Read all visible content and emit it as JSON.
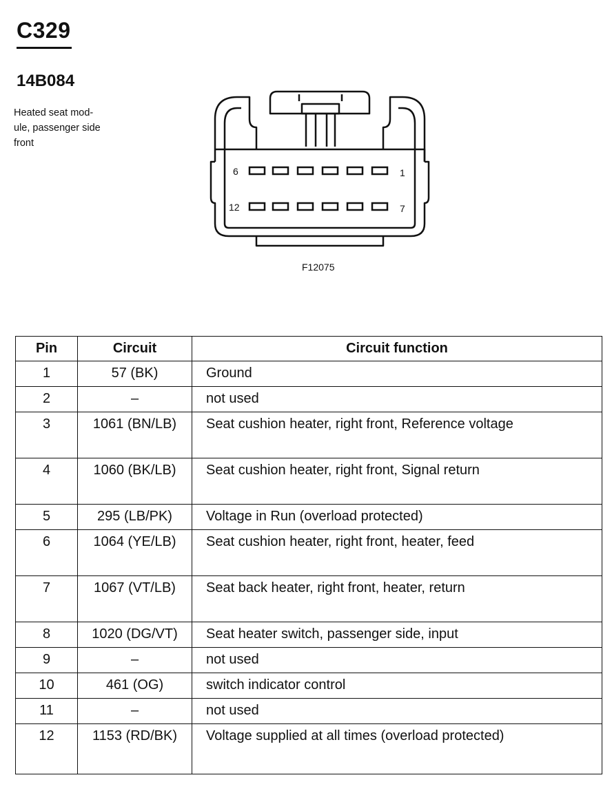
{
  "header": {
    "connector_id": "C329",
    "part_number": "14B084",
    "description": "Heated seat mod-\nule, passenger side\nfront"
  },
  "diagram": {
    "pin_labels": {
      "top_left": "6",
      "top_right": "1",
      "bottom_left": "12",
      "bottom_right": "7"
    },
    "figure_id": "F12075"
  },
  "table": {
    "headers": [
      "Pin",
      "Circuit",
      "Circuit function"
    ],
    "rows": [
      {
        "pin": "1",
        "circuit": "57 (BK)",
        "function": "Ground"
      },
      {
        "pin": "2",
        "circuit": "–",
        "function": "not used"
      },
      {
        "pin": "3",
        "circuit": "1061 (BN/LB)",
        "function": "Seat cushion heater, right front, Reference voltage"
      },
      {
        "pin": "4",
        "circuit": "1060 (BK/LB)",
        "function": "Seat cushion heater, right front, Signal return"
      },
      {
        "pin": "5",
        "circuit": "295 (LB/PK)",
        "function": "Voltage in Run (overload protected)"
      },
      {
        "pin": "6",
        "circuit": "1064 (YE/LB)",
        "function": "Seat cushion heater, right front, heater, feed"
      },
      {
        "pin": "7",
        "circuit": "1067 (VT/LB)",
        "function": "Seat back heater, right front, heater, return"
      },
      {
        "pin": "8",
        "circuit": "1020 (DG/VT)",
        "function": "Seat heater switch, passenger side, input"
      },
      {
        "pin": "9",
        "circuit": "–",
        "function": "not used"
      },
      {
        "pin": "10",
        "circuit": "461 (OG)",
        "function": "switch indicator control"
      },
      {
        "pin": "11",
        "circuit": "–",
        "function": "not used"
      },
      {
        "pin": "12",
        "circuit": "1153 (RD/BK)",
        "function": "Voltage supplied at all times (overload protected)"
      }
    ]
  }
}
